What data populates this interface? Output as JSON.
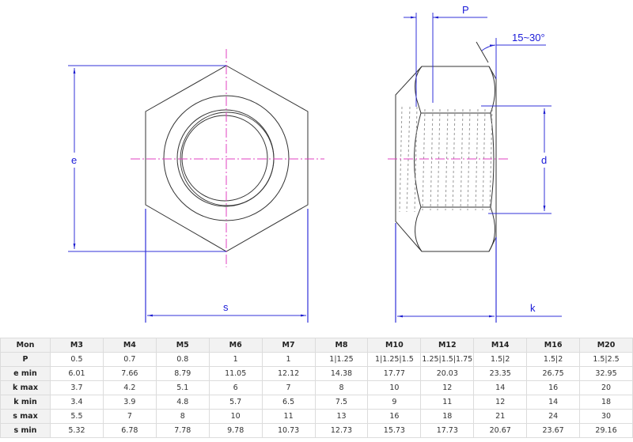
{
  "drawing": {
    "labels": {
      "e": "e",
      "s": "s",
      "p": "P",
      "d": "d",
      "k": "k",
      "angle": "15~30°"
    },
    "colors": {
      "outline": "#333333",
      "dimension": "#3030d8",
      "centerline": "#e040c0",
      "thread": "#999999"
    }
  },
  "table": {
    "header": [
      "Mon",
      "M3",
      "M4",
      "M5",
      "M6",
      "M7",
      "M8",
      "M10",
      "M12",
      "M14",
      "M16",
      "M20"
    ],
    "rows": [
      {
        "label": "P",
        "values": [
          "0.5",
          "0.7",
          "0.8",
          "1",
          "1",
          "1|1.25",
          "1|1.25|1.5",
          "1.25|1.5|1.75",
          "1.5|2",
          "1.5|2",
          "1.5|2.5"
        ]
      },
      {
        "label": "e min",
        "values": [
          "6.01",
          "7.66",
          "8.79",
          "11.05",
          "12.12",
          "14.38",
          "17.77",
          "20.03",
          "23.35",
          "26.75",
          "32.95"
        ]
      },
      {
        "label": "k max",
        "values": [
          "3.7",
          "4.2",
          "5.1",
          "6",
          "7",
          "8",
          "10",
          "12",
          "14",
          "16",
          "20"
        ]
      },
      {
        "label": "k min",
        "values": [
          "3.4",
          "3.9",
          "4.8",
          "5.7",
          "6.5",
          "7.5",
          "9",
          "11",
          "12",
          "14",
          "18"
        ]
      },
      {
        "label": "s max",
        "values": [
          "5.5",
          "7",
          "8",
          "10",
          "11",
          "13",
          "16",
          "18",
          "21",
          "24",
          "30"
        ]
      },
      {
        "label": "s min",
        "values": [
          "5.32",
          "6.78",
          "7.78",
          "9.78",
          "10.73",
          "12.73",
          "15.73",
          "17.73",
          "20.67",
          "23.67",
          "29.16"
        ]
      }
    ]
  }
}
